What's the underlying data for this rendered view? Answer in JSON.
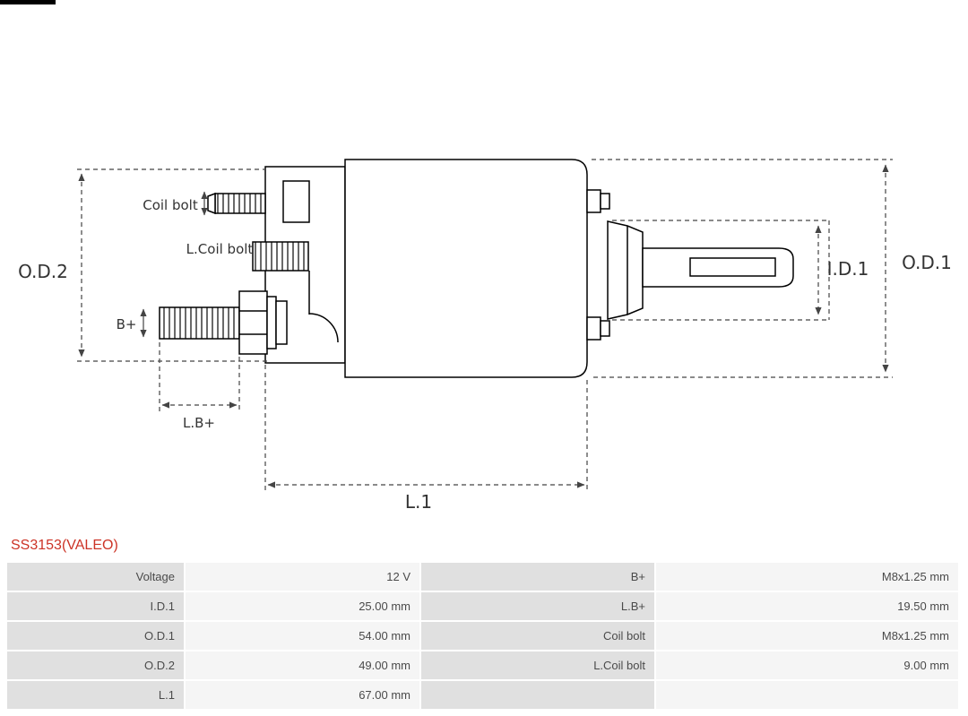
{
  "title": "SS3153(VALEO)",
  "colors": {
    "accent_red": "#cc3326",
    "table_label_bg": "#e0e0e0",
    "table_value_bg": "#f5f5f5",
    "drawing_line": "#000000",
    "dimension_line": "#444444"
  },
  "diagram": {
    "labels": {
      "od2": "O.D.2",
      "od1": "O.D.1",
      "id1": "I.D.1",
      "coil_bolt": "Coil bolt",
      "l_coil_bolt": "L.Coil bolt",
      "b_plus": "B+",
      "l_b_plus": "L.B+",
      "l1": "L.1"
    }
  },
  "table": {
    "rows": [
      [
        "Voltage",
        "12 V",
        "B+",
        "M8x1.25 mm"
      ],
      [
        "I.D.1",
        "25.00 mm",
        "L.B+",
        "19.50 mm"
      ],
      [
        "O.D.1",
        "54.00 mm",
        "Coil bolt",
        "M8x1.25 mm"
      ],
      [
        "O.D.2",
        "49.00 mm",
        "L.Coil bolt",
        "9.00 mm"
      ],
      [
        "L.1",
        "67.00 mm",
        "",
        ""
      ]
    ]
  }
}
